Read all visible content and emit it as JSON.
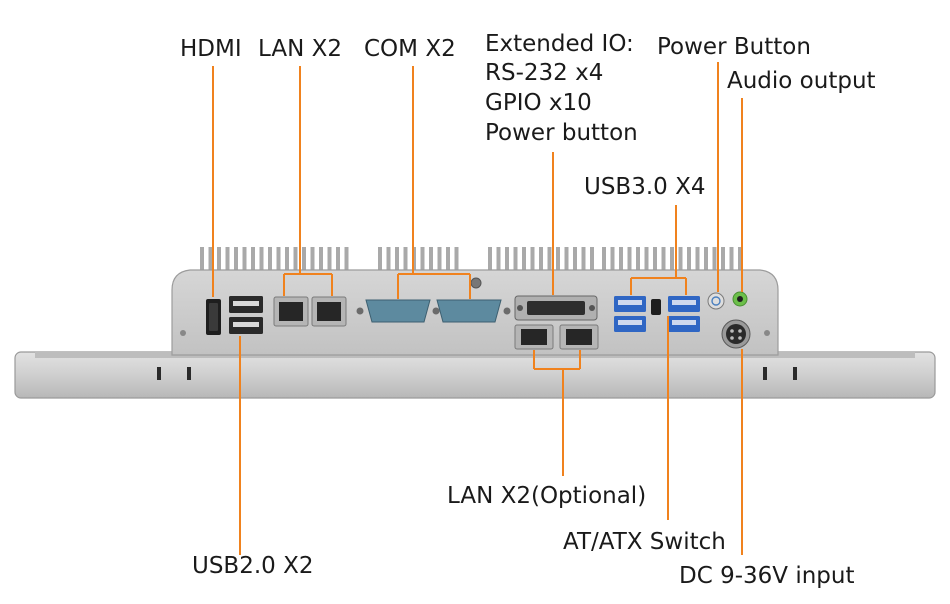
{
  "labels": {
    "hdmi": "HDMI",
    "lan_top": "LAN X2",
    "com": "COM X2",
    "extended_io_title": "Extended IO:",
    "extended_io_rs232": "RS-232 x4",
    "extended_io_gpio": "GPIO x10",
    "extended_io_power": "Power button",
    "power_button": "Power Button",
    "audio_output": "Audio output",
    "usb3": "USB3.0 X4",
    "lan_optional": "LAN X2(Optional)",
    "usb2": "USB2.0 X2",
    "at_atx": "AT/ATX Switch",
    "dc_input": "DC 9-36V input"
  },
  "colors": {
    "leader": "#f0821e",
    "chassis": "#c9c9c9",
    "chassis_dark": "#a9a9a9",
    "db9": "#5d8a9f",
    "usb3_blue": "#2f66c4",
    "audio_green": "#6cbf4a"
  }
}
